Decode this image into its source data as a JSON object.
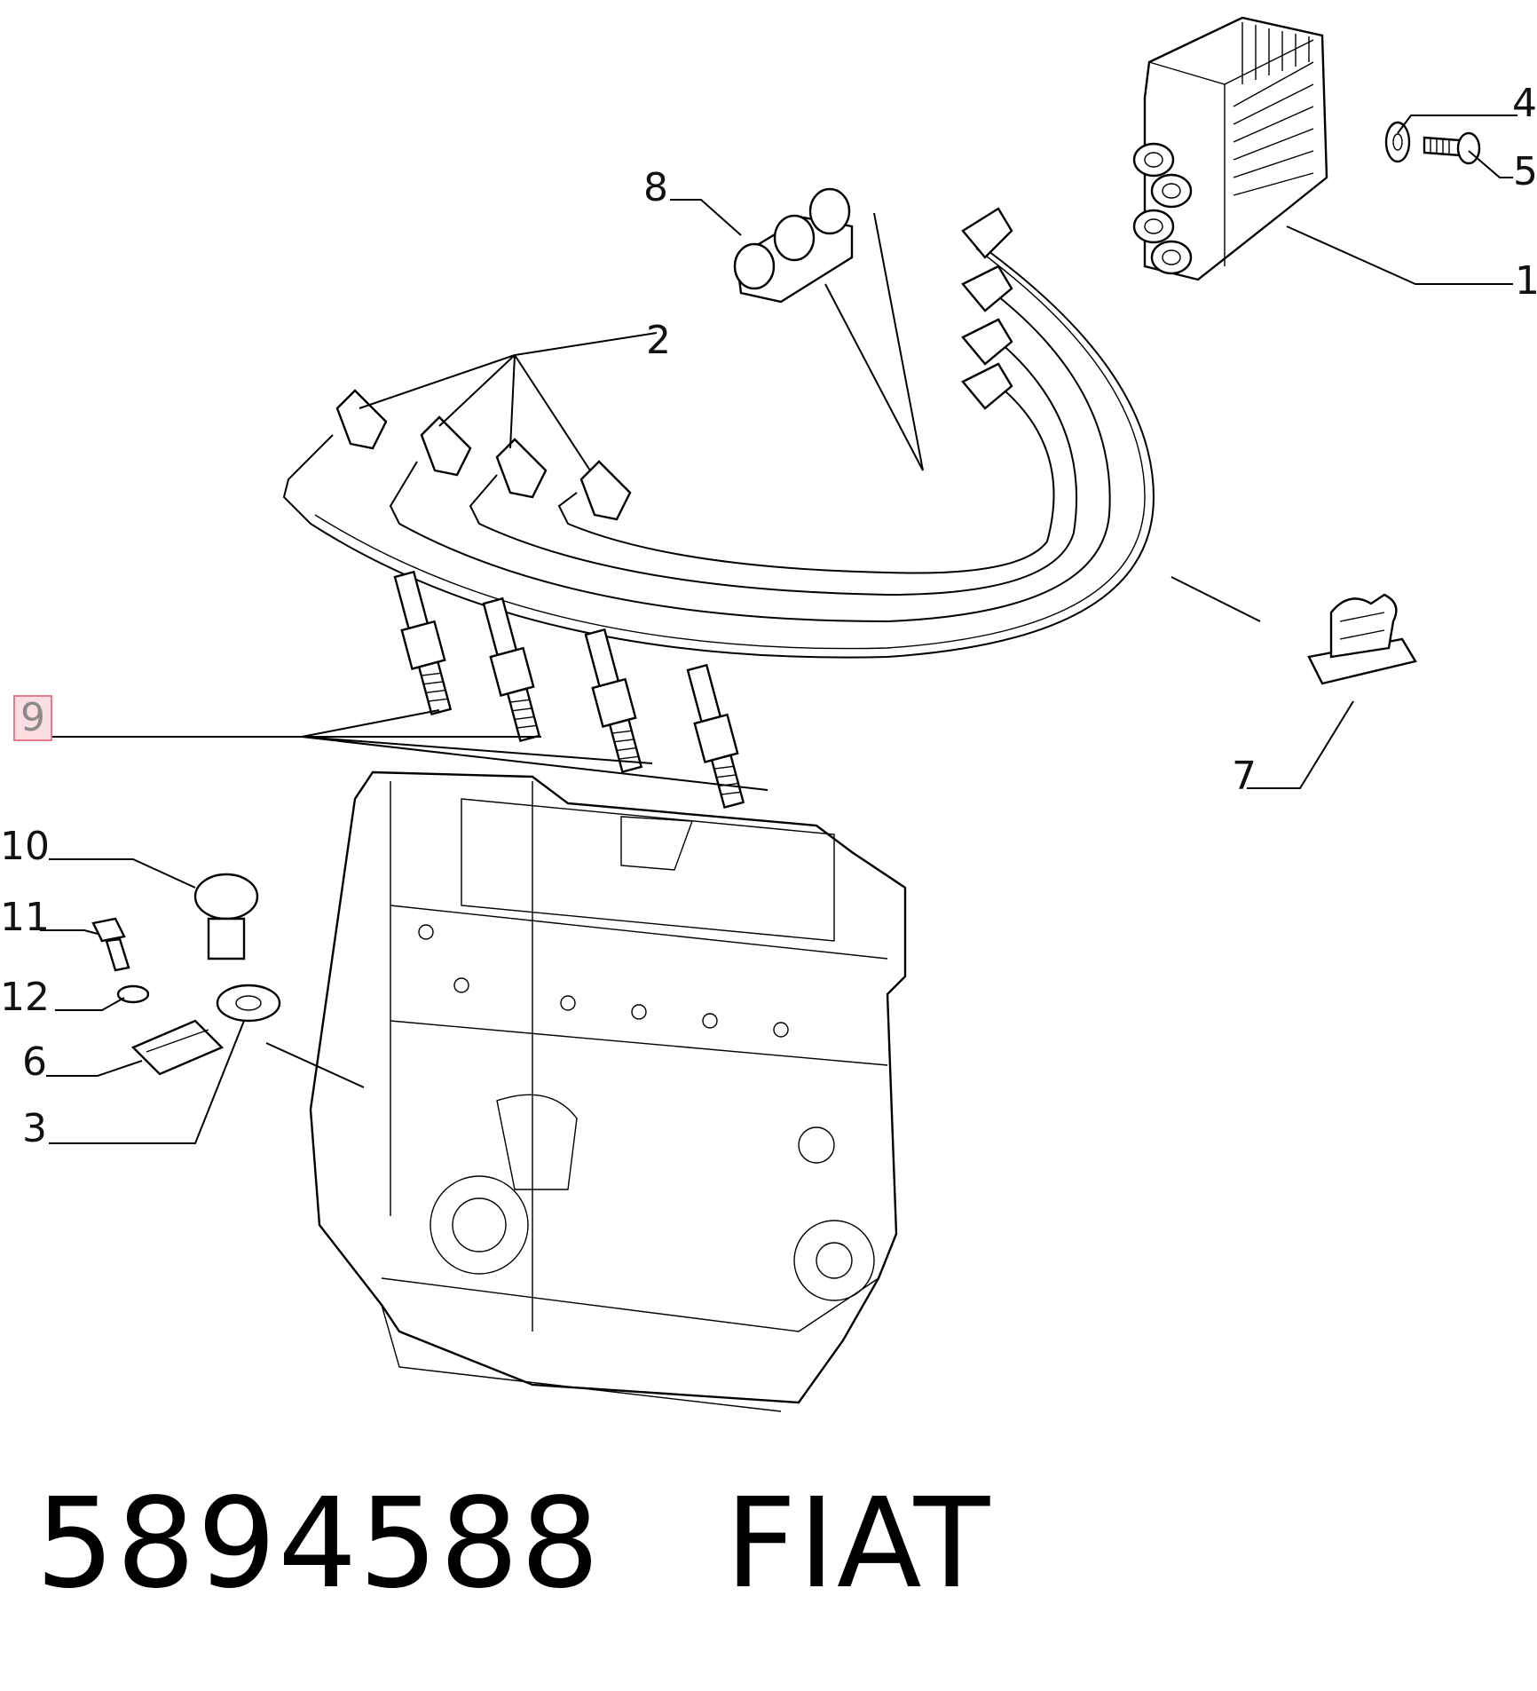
{
  "callouts": {
    "c1": "1",
    "c2": "2",
    "c3": "3",
    "c4": "4",
    "c5": "5",
    "c6": "6",
    "c7": "7",
    "c8": "8",
    "c9": "9",
    "c10": "10",
    "c11": "11",
    "c12": "12"
  },
  "highlighted_callout": "9",
  "caption": {
    "part_number": "5894588",
    "brand": "FIAT"
  },
  "parts": [
    {
      "callout": "1",
      "icon": "ignition-coil-icon"
    },
    {
      "callout": "2",
      "icon": "spark-plug-cable-icon"
    },
    {
      "callout": "3",
      "icon": "washer-icon"
    },
    {
      "callout": "4",
      "icon": "washer-icon"
    },
    {
      "callout": "5",
      "icon": "bolt-icon"
    },
    {
      "callout": "6",
      "icon": "bracket-icon"
    },
    {
      "callout": "7",
      "icon": "cable-clip-icon"
    },
    {
      "callout": "8",
      "icon": "cable-holder-icon"
    },
    {
      "callout": "9",
      "icon": "spark-plug-icon"
    },
    {
      "callout": "10",
      "icon": "sensor-icon"
    },
    {
      "callout": "11",
      "icon": "bolt-icon"
    },
    {
      "callout": "12",
      "icon": "washer-icon"
    }
  ]
}
